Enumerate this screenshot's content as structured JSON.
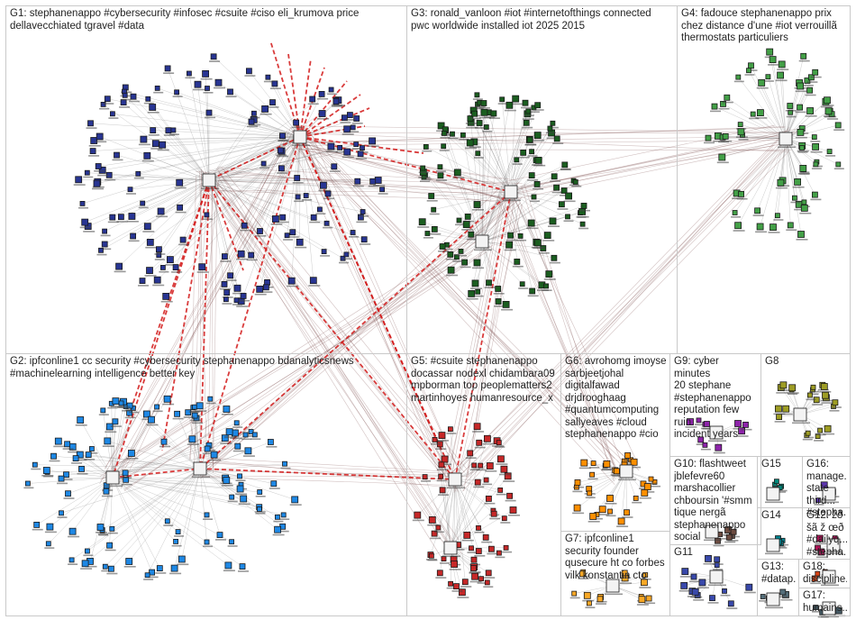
{
  "graph": {
    "edge_color": "#8c8c8c",
    "highlight_edge_color": "#d21a1a",
    "node_border_color": "#1a1a1a",
    "groups": [
      {
        "id": "G1",
        "label": "G1: stephanenappo #cybersecurity #infosec #csuite #ciso eli_krumova price\ndellavecchiated tgravel #data",
        "color": "#283593"
      },
      {
        "id": "G3",
        "label": "G3: ronald_vanloon #iot #internetofthings connected\npwc worldwide installed iot 2025 2015",
        "color": "#1b5e20"
      },
      {
        "id": "G4",
        "label": "G4: fadouce stephanenappo prix\nchez distance d'une #iot verrouillã\nthermostats particuliers",
        "color": "#43a047"
      },
      {
        "id": "G2",
        "label": "G2: ipfconline1 cc security #cybersecurity stephanenappo bdanalyticsnews\n#machinelearning intelligence better key",
        "color": "#1e88e5"
      },
      {
        "id": "G5",
        "label": "G5: #csuite stephanenappo\ndocassar nodexl chidambara09\nmpborman top peoplematters2\nmartinhoyes humanresource_x",
        "color": "#c62828"
      },
      {
        "id": "G6",
        "label": "G6: avrohomg imoyse\nsarbjeetjohal\ndigitalfawad\ndrjdrooghaag\n#quantumcomputing\nsallyeaves #cloud\nstephanenappo #cio",
        "color": "#ff8f00"
      },
      {
        "id": "G9",
        "label": "G9: cyber minutes\n20 stephane\n#stephanenappo\nreputation few ruin\nincident years",
        "color": "#8e24aa"
      },
      {
        "id": "G8",
        "label": "G8",
        "color": "#9e9d24"
      },
      {
        "id": "G10",
        "label": "G10: flashtweet\njblefevre60\nmarshacollier\nchboursin '#smm\ntique nergã\nstephanenappo\nsocial",
        "color": "#6d4c41"
      },
      {
        "id": "G15",
        "label": "G15",
        "color": "#00897b"
      },
      {
        "id": "G16",
        "label": "G16:\nmanage...\nstate\nthird...\n#stepha...",
        "color": "#5e35b1"
      },
      {
        "id": "G14",
        "label": "G14",
        "color": "#00838f"
      },
      {
        "id": "G12",
        "label": "G12: žð\nšã ž œð\n#dailyq...\n#stepha...",
        "color": "#ad1457"
      },
      {
        "id": "G7",
        "label": "G7: ipfconline1\nsecurity founder\nqusecure ht co forbes\nvilk konstantin cto",
        "color": "#f9a825"
      },
      {
        "id": "G11",
        "label": "G11",
        "color": "#3949ab"
      },
      {
        "id": "G13",
        "label": "G13:\n#datap...",
        "color": "#546e7a"
      },
      {
        "id": "G18",
        "label": "G18:\ndiscipline...",
        "color": "#d84315"
      },
      {
        "id": "G17",
        "label": "G17:\nhumains...",
        "color": "#455a64"
      }
    ]
  }
}
